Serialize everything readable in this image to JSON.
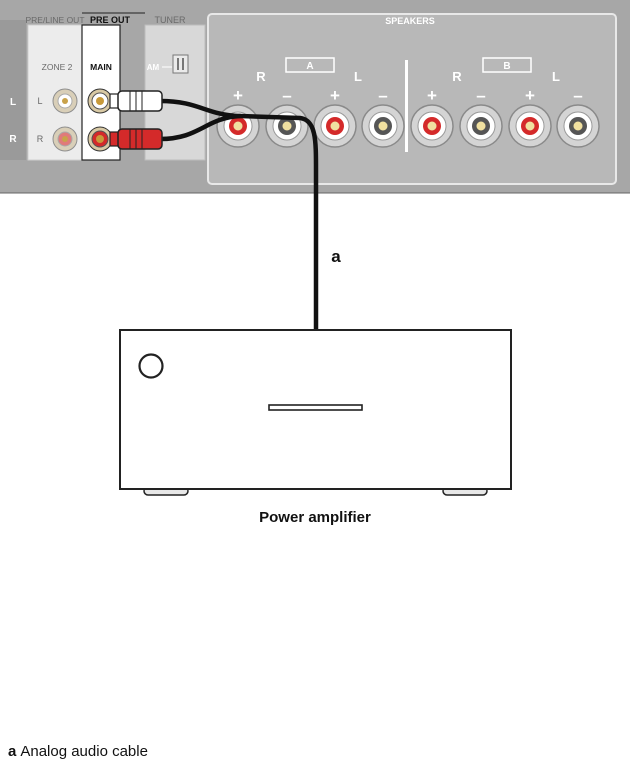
{
  "receiver_panel": {
    "section_pre_line_out": "PRE/LINE OUT",
    "section_pre_out": "PRE OUT",
    "section_tuner": "TUNER",
    "section_speakers": "SPEAKERS",
    "zone2_label": "ZONE 2",
    "main_label": "MAIN",
    "am_label": "AM",
    "channel_left": "L",
    "channel_right": "R",
    "speaker_group_a": "A",
    "speaker_group_b": "B",
    "plus_sign": "+",
    "minus_sign": "–"
  },
  "cable_label": "a",
  "device_label": "Power amplifier",
  "legend": {
    "key": "a",
    "text": "Analog audio cable"
  },
  "colors": {
    "panel_gray": "#b3b3b3",
    "panel_dark": "#999999",
    "cable_white": "#ffffff",
    "cable_red": "#d42a2a",
    "jack_gold": "#c89a3a"
  }
}
